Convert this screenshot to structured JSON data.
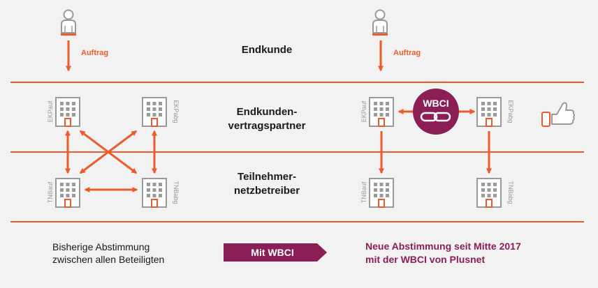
{
  "colors": {
    "orange": "#ec5b2b",
    "crimson": "#8b1e56",
    "gray": "#9a9a9a",
    "text": "#1a1a1a",
    "background": "#f2f2f2"
  },
  "rows": {
    "endkunde": "Endkunde",
    "vertragspartner_line1": "Endkunden-",
    "vertragspartner_line2": "vertragspartner",
    "netzbetreiber_line1": "Teilnehmer-",
    "netzbetreiber_line2": "netzbetreiber"
  },
  "left_diagram": {
    "auftrag_label": "Auftrag",
    "building_ekp_auf": "EKPauf",
    "building_ekp_abg": "EKPabg",
    "building_tnb_auf": "TNBauf",
    "building_tnb_abg": "TNBabg"
  },
  "right_diagram": {
    "auftrag_label": "Auftrag",
    "building_ekp_auf": "EKPauf",
    "building_ekp_abg": "EKPabg",
    "building_tnb_auf": "TNBauf",
    "building_tnb_abg": "TNBabg",
    "wbci_badge": "WBCI"
  },
  "footer": {
    "left_line1": "Bisherige Abstimmung",
    "left_line2": "zwischen allen Beteiligten",
    "arrow_label": "Mit WBCI",
    "right_line1": "Neue Abstimmung seit Mitte 2017",
    "right_line2": "mit der WBCI von Plusnet"
  },
  "icons": [
    "person-icon",
    "building-icon",
    "chain-link-icon",
    "thumbs-up-icon",
    "phone-icon"
  ]
}
